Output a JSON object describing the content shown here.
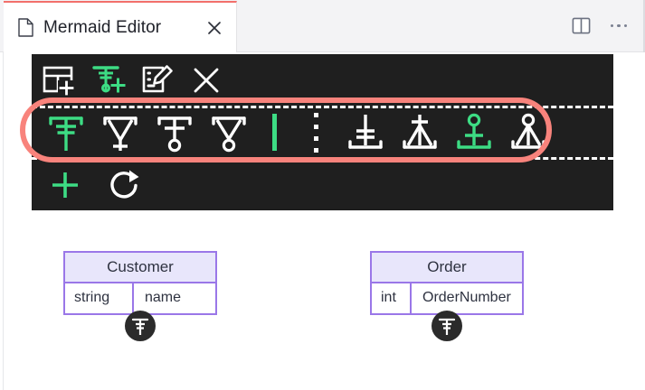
{
  "window": {
    "tab": {
      "file_icon": "file-icon",
      "title": "Mermaid Editor",
      "close_icon": "close-icon"
    },
    "actions": {
      "split_editor_icon": "split-editor-icon",
      "more_icon": "more-actions-icon"
    }
  },
  "er_toolbar": {
    "top_row": [
      {
        "name": "add-table-icon",
        "label": "Add table",
        "active": false
      },
      {
        "name": "add-relationship-icon",
        "label": "Add relationship",
        "active": true
      },
      {
        "name": "edit-note-icon",
        "label": "Edit note",
        "active": false
      },
      {
        "name": "close-toolbar-icon",
        "label": "Close",
        "active": false
      }
    ],
    "cardinality_row": {
      "highlighted": true,
      "left_group": [
        {
          "name": "cardinality-one-or-more-icon",
          "label": "One or more (left)",
          "active": true
        },
        {
          "name": "cardinality-only-one-icon",
          "label": "Exactly one (left)",
          "active": false
        },
        {
          "name": "cardinality-zero-or-one-icon",
          "label": "Zero or one (left)",
          "active": false
        },
        {
          "name": "cardinality-zero-or-more-icon",
          "label": "Zero or more (left)",
          "active": false
        }
      ],
      "separator_bar": "identifying-relationship-bar",
      "separator_dots": "non-identifying-relationship-dots",
      "right_group": [
        {
          "name": "cardinality-only-one-icon",
          "label": "Exactly one (right)",
          "active": false
        },
        {
          "name": "cardinality-one-or-more-icon",
          "label": "One or more (right)",
          "active": false
        },
        {
          "name": "cardinality-zero-or-one-icon",
          "label": "Zero or one (right)",
          "active": true
        },
        {
          "name": "cardinality-zero-or-more-icon",
          "label": "Zero or more (right)",
          "active": false
        }
      ]
    },
    "bottom_row": [
      {
        "name": "add-icon",
        "label": "Add",
        "active": true
      },
      {
        "name": "refresh-icon",
        "label": "Refresh",
        "active": false
      }
    ]
  },
  "diagram": {
    "entities": [
      {
        "title": "Customer",
        "attributes": [
          {
            "type": "string",
            "name": "name"
          }
        ],
        "anchor_icon": "relationship-anchor-icon"
      },
      {
        "title": "Order",
        "attributes": [
          {
            "type": "int",
            "name": "OrderNumber"
          }
        ],
        "anchor_icon": "relationship-anchor-icon"
      }
    ]
  },
  "colors": {
    "panel_bg": "#1f1f1f",
    "accent_green": "#3ddc84",
    "highlight_red": "#f8837c",
    "entity_border": "#9a77e8",
    "entity_header_bg": "#e8e6fb",
    "tab_accent": "#f2706b"
  }
}
